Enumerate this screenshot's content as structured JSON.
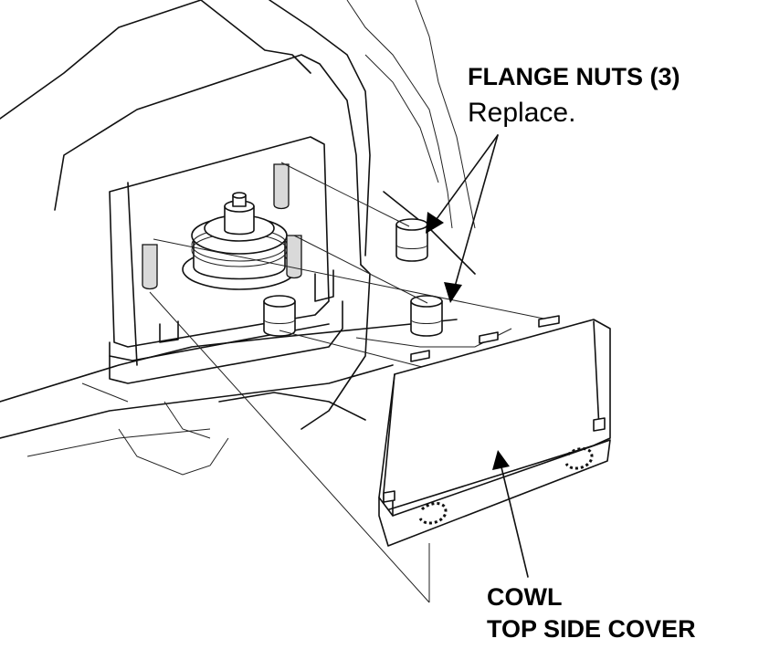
{
  "callouts": {
    "flange_nuts": {
      "title": "FLANGE NUTS (3)",
      "note": "Replace."
    },
    "cowl": {
      "line1": "COWL",
      "line2": "TOP SIDE COVER"
    }
  },
  "colors": {
    "ink": "#000000",
    "background": "#ffffff"
  }
}
